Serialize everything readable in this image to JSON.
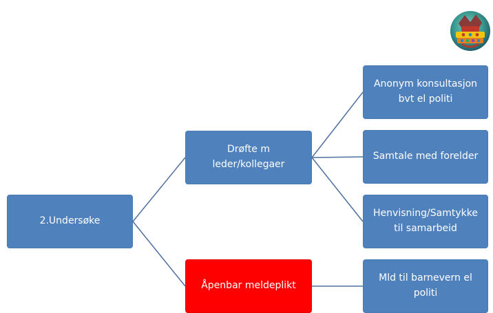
{
  "diagram": {
    "root": {
      "label": "2.Undersøke"
    },
    "branch_upper": {
      "label": "Drøfte m leder/kollegaer"
    },
    "branch_lower": {
      "label": "Åpenbar meldeplikt"
    },
    "leaf_1": {
      "label": "Anonym konsultasjon bvt el politi"
    },
    "leaf_2": {
      "label": "Samtale med forelder"
    },
    "leaf_3": {
      "label": "Henvisning/Samtykke til samarbeid"
    },
    "leaf_4": {
      "label": "Mld til barnevern el politi"
    }
  },
  "colors": {
    "node_blue": "#4f81bd",
    "node_red": "#ff0000",
    "connector": "#4f6f9f"
  },
  "logo": {
    "icon": "colorful-badge-logo"
  }
}
